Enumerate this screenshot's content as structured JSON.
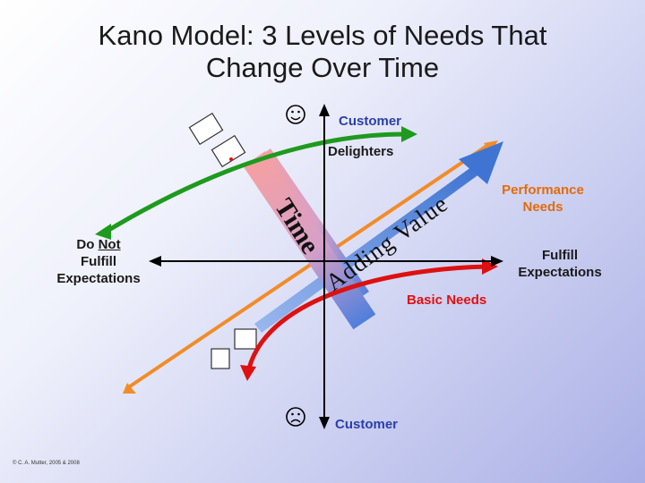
{
  "title": {
    "line1": "Kano Model: 3 Levels of Needs That",
    "line2": "Change Over Time"
  },
  "labels": {
    "customer_top": "Customer",
    "delighters": "Delighters",
    "performance_line1": "Performance",
    "performance_line2": "Needs",
    "fulfill_line1": "Fulfill",
    "fulfill_line2": "Expectations",
    "do_prefix": "Do ",
    "not_word": "Not",
    "dnf_line2": "Fulfill",
    "dnf_line3": "Expectations",
    "basic_needs": "Basic Needs",
    "customer_bottom": "Customer"
  },
  "time_arrow_text": "Time",
  "adding_value_text": "Adding Value",
  "icons": {
    "top_face": "smiley-face-icon",
    "bottom_face": "frowning-face-icon"
  },
  "colors": {
    "axis": "#000000",
    "performance_label": "#e26b0a",
    "basic_label": "#e01010",
    "delighters_curve": "#1e9a1e",
    "basic_curve": "#dd1111",
    "orange_line": "#f28c28",
    "value_arrow": "#4a7ed6",
    "time_arrow_start": "#f08a8a",
    "time_arrow_end": "#5b86dd"
  },
  "copyright": "© C. A. Mutter, 2005 & 2008"
}
